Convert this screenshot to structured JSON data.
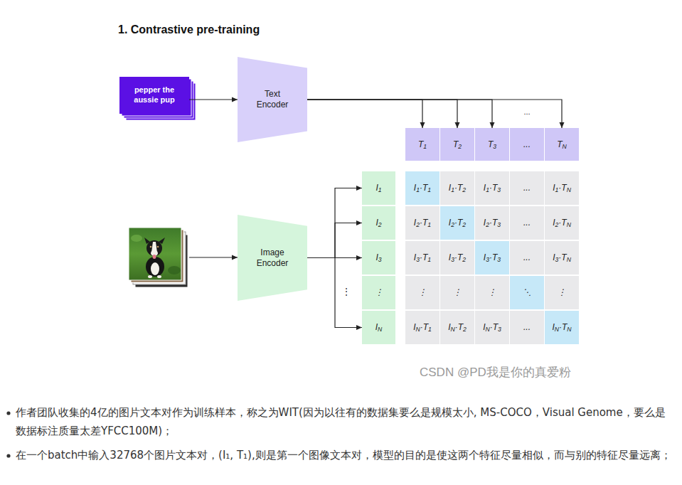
{
  "diagram": {
    "title": "1. Contrastive pre-training",
    "nodes": [
      {
        "text": [
          "pepper the aussie pup"
        ]
      },
      {
        "text": [
          "Text Encoder"
        ]
      },
      {
        "text": [
          "Image Encoder"
        ]
      },
      {
        "text": [
          "T1"
        ]
      },
      {
        "text": [
          "T2"
        ]
      },
      {
        "text": [
          "T3"
        ]
      },
      {
        "text": [
          "..."
        ]
      },
      {
        "text": [
          "TN"
        ]
      },
      {
        "text": [
          "I1"
        ]
      },
      {
        "text": [
          "I1·T1"
        ]
      },
      {
        "text": [
          "I1·T2"
        ]
      },
      {
        "text": [
          "I1·T3"
        ]
      },
      {
        "text": [
          "..."
        ]
      },
      {
        "text": [
          "I1·TN"
        ]
      },
      {
        "text": [
          "I2"
        ]
      },
      {
        "text": [
          "I2·T1"
        ]
      },
      {
        "text": [
          "I2·T2"
        ]
      },
      {
        "text": [
          "I2·T3"
        ]
      },
      {
        "text": [
          "..."
        ]
      },
      {
        "text": [
          "I2·TN"
        ]
      },
      {
        "text": [
          "I3"
        ]
      },
      {
        "text": [
          "I3·T1"
        ]
      },
      {
        "text": [
          "I3·T2"
        ]
      },
      {
        "text": [
          "I3·T3"
        ]
      },
      {
        "text": [
          "..."
        ]
      },
      {
        "text": [
          "I3·TN"
        ]
      },
      {
        "text": [
          "⋮"
        ]
      },
      {
        "text": [
          "⋮"
        ]
      },
      {
        "text": [
          "⋮"
        ]
      },
      {
        "text": [
          "⋮"
        ]
      },
      {
        "text": [
          "⋱"
        ]
      },
      {
        "text": [
          "⋮"
        ]
      },
      {
        "text": [
          "IN"
        ]
      },
      {
        "text": [
          "IN·T1"
        ]
      },
      {
        "text": [
          "IN·T2"
        ]
      },
      {
        "text": [
          "IN·T3"
        ]
      },
      {
        "text": [
          "..."
        ]
      },
      {
        "text": [
          "IN·TN"
        ]
      }
    ],
    "edges": [
      {
        "from": 0,
        "to": 1,
        "arrow": "to"
      },
      {
        "from": 1,
        "to": 3,
        "arrow": "to"
      },
      {
        "from": 1,
        "to": 4,
        "arrow": "to"
      },
      {
        "from": 1,
        "to": 5,
        "arrow": "to"
      },
      {
        "from": 1,
        "to": 7,
        "arrow": "to"
      },
      {
        "from": 2,
        "to": 8,
        "arrow": "to"
      },
      {
        "from": 2,
        "to": 14,
        "arrow": "to"
      },
      {
        "from": 2,
        "to": 20,
        "arrow": "to"
      },
      {
        "from": 2,
        "to": 32,
        "arrow": "to"
      }
    ],
    "labels": [
      "...",
      "⋮",
      "CSDN @PD我是你的真爱粉",
      "作者团队收集的4亿的图片文本对作为训练样本，称之为WIT(因为以往有的数据集要么是规模太小, MS-COCO，Visual Genome，要么是数据标注质量太差YFCC100M)；",
      "在一个batch中输入32768个图片文本对，(I₁, T₁),则是第一个图像文本对，模型的目的是使这两个特征尽量相似，而与别的特征尽量远离；"
    ]
  }
}
